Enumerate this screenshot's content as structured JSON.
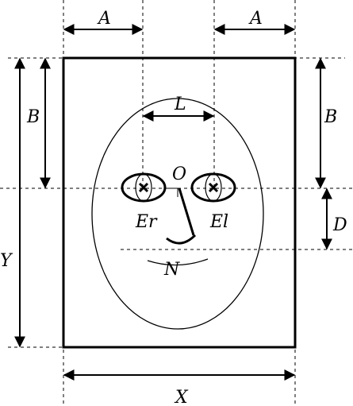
{
  "labels": {
    "A_left": "A",
    "A_right": "A",
    "B_left": "B",
    "B_right": "B",
    "Y": "Y",
    "X": "X",
    "L": "L",
    "O": "O",
    "Er": "Er",
    "El": "El",
    "D": "D",
    "N": "N"
  }
}
